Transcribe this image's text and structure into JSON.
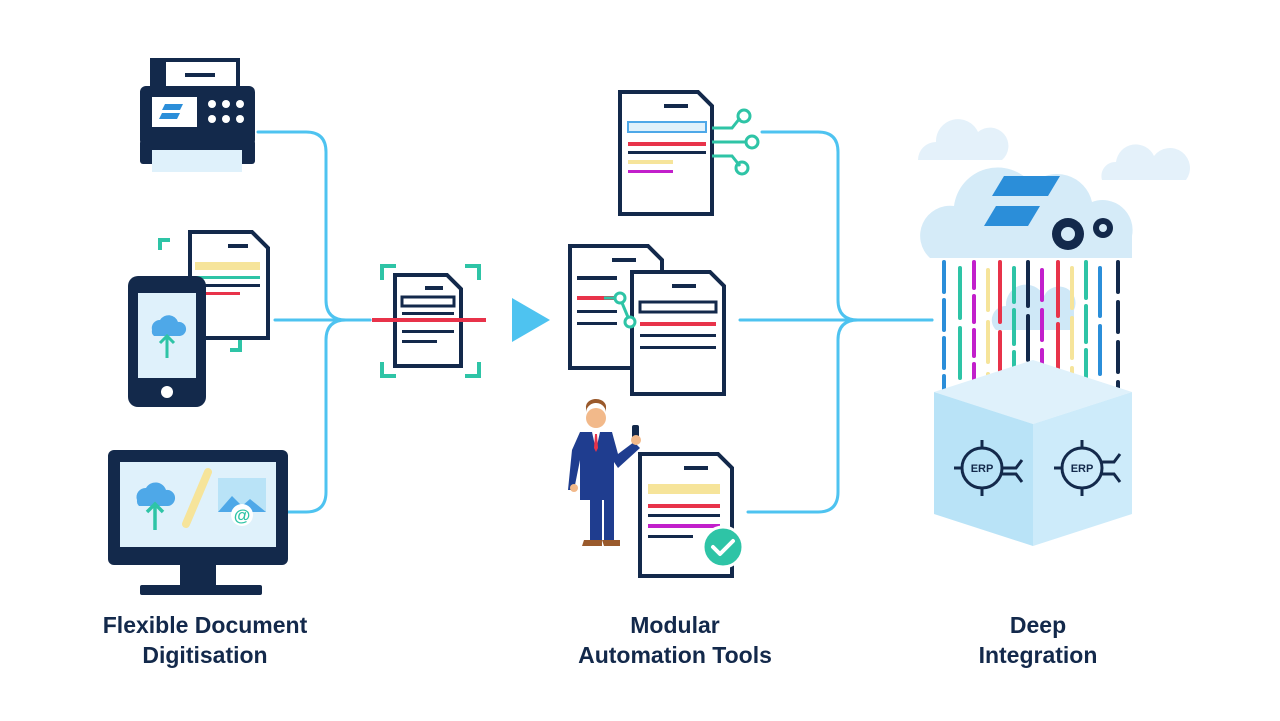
{
  "colors": {
    "navy": "#13294b",
    "connector_blue": "#4ec3f0",
    "teal": "#2ec4a6",
    "red": "#e8334a",
    "yellow": "#f6e49a",
    "magenta": "#c21fcb",
    "light_blue": "#dff1fb",
    "cube_blue": "#b9e3f7",
    "cloud": "#e4f1fa"
  },
  "icons": [
    "printer-scanner-icon",
    "mobile-upload-icon",
    "desktop-upload-icon",
    "document-scan-icon",
    "flow-arrow-icon",
    "document-network-icon",
    "documents-link-icon",
    "businessman-icon",
    "document-approved-icon",
    "cloud-icon",
    "gears-icon",
    "erp-cube-icon"
  ],
  "labels": {
    "left": {
      "line1": "Flexible Document",
      "line2": "Digitisation"
    },
    "mid": {
      "line1": "Modular",
      "line2": "Automation Tools"
    },
    "right": {
      "line1": "Deep",
      "line2": "Integration"
    }
  },
  "erp": {
    "left": "ERP",
    "right": "ERP"
  }
}
